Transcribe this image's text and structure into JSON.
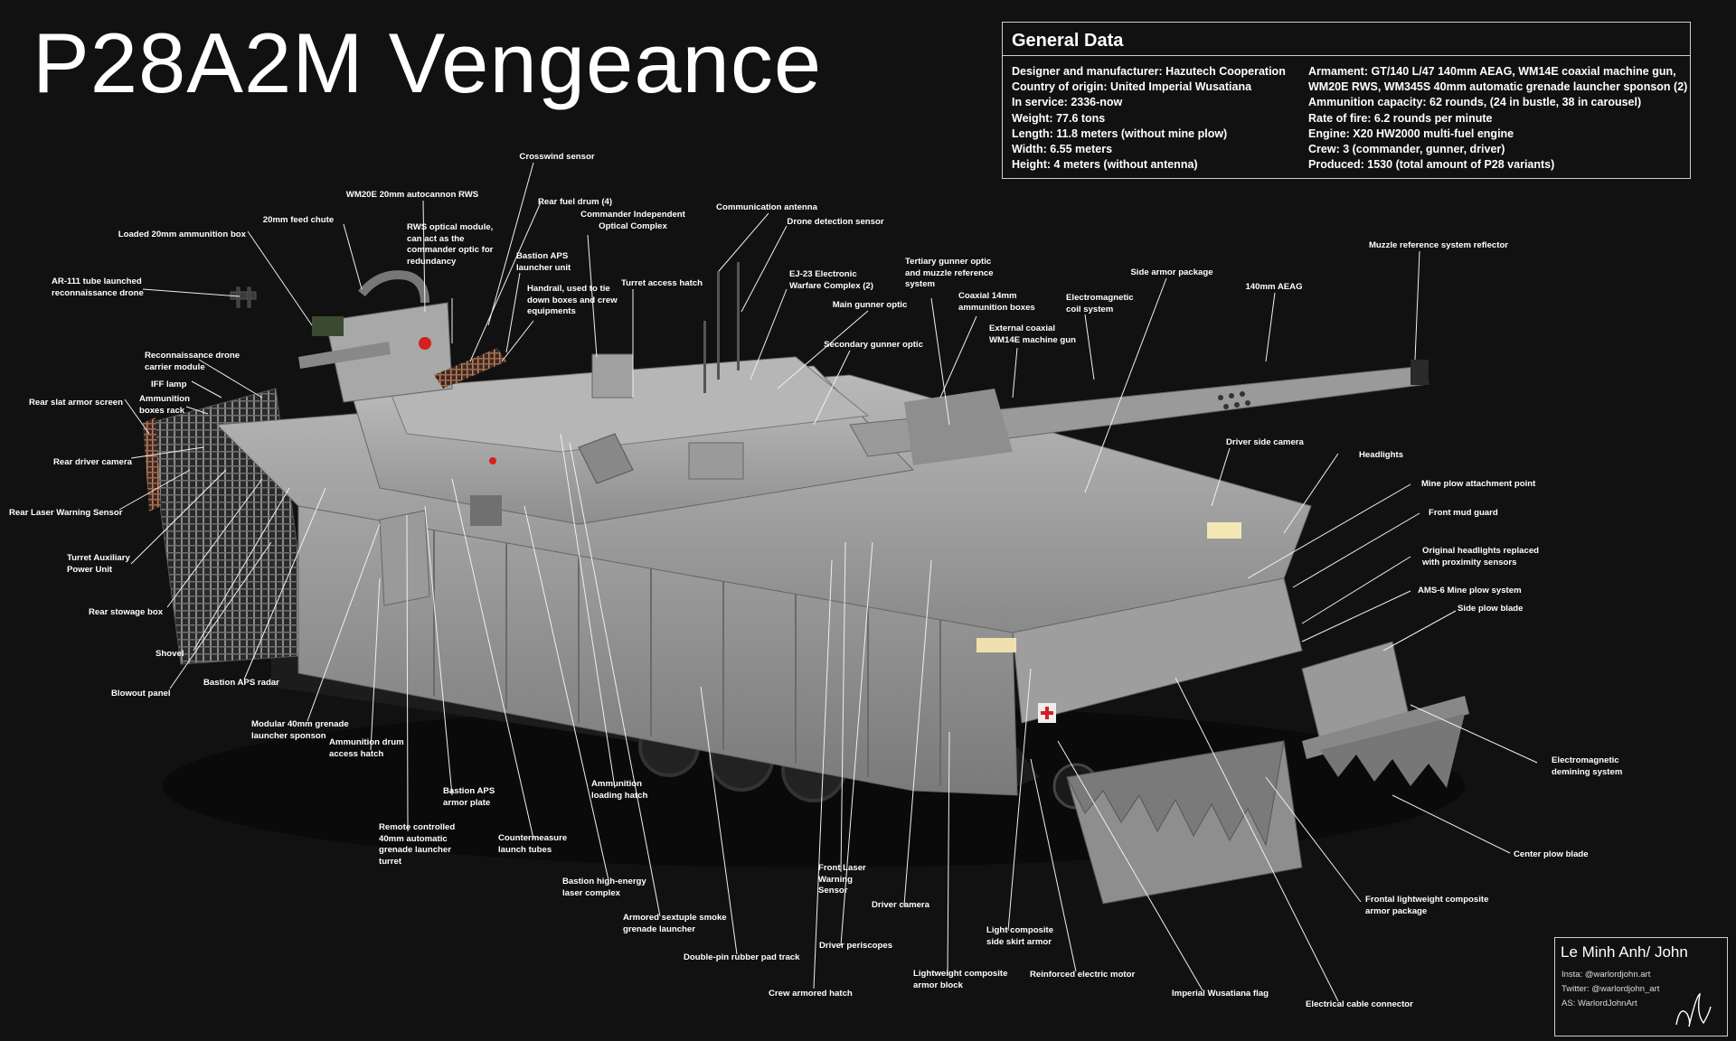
{
  "title": "P28A2M Vengeance",
  "general": {
    "header": "General Data",
    "left": [
      "Designer and manufacturer: Hazutech Cooperation",
      "Country of origin: United Imperial Wusatiana",
      "In service: 2336-now",
      "Weight: 77.6 tons",
      "Length: 11.8 meters (without mine plow)",
      "Width: 6.55 meters",
      "Height: 4 meters (without antenna)"
    ],
    "right": [
      "Armament: GT/140 L/47 140mm AEAG, WM14E coaxial machine gun,",
      "WM20E RWS, WM345S 40mm automatic grenade launcher sponson (2)",
      "Ammunition capacity: 62 rounds, (24 in bustle, 38 in carousel)",
      "Rate of fire: 6.2 rounds per minute",
      "Engine:  X20 HW2000 multi-fuel engine",
      "Crew: 3 (commander, gunner, driver)",
      "Produced: 1530 (total amount of P28 variants)"
    ]
  },
  "callouts": [
    {
      "text": "Crosswind sensor"
    },
    {
      "text": "WM20E 20mm autocannon RWS"
    },
    {
      "text": "20mm feed chute"
    },
    {
      "text": "Loaded 20mm ammunition box"
    },
    {
      "text": "RWS optical module,\ncan act as the\ncommander optic for\nredundancy"
    },
    {
      "text": "Rear fuel drum (4)"
    },
    {
      "text": "Commander Independent\nOptical Complex"
    },
    {
      "text": "Bastion APS\nlauncher unit"
    },
    {
      "text": "Handrail, used to tie\ndown boxes and crew\nequipments"
    },
    {
      "text": "Turret access hatch"
    },
    {
      "text": "Communication antenna"
    },
    {
      "text": "Drone detection sensor"
    },
    {
      "text": "EJ-23 Electronic\nWarfare Complex (2)"
    },
    {
      "text": "Main gunner optic"
    },
    {
      "text": "Secondary gunner optic"
    },
    {
      "text": "Tertiary gunner optic\nand muzzle reference\nsystem"
    },
    {
      "text": "Coaxial 14mm\nammunition boxes"
    },
    {
      "text": "External coaxial\nWM14E machine gun"
    },
    {
      "text": "Electromagnetic\ncoil system"
    },
    {
      "text": "Side armor package"
    },
    {
      "text": "140mm AEAG"
    },
    {
      "text": "Muzzle reference system reflector"
    },
    {
      "text": "AR-111 tube launched\nreconnaissance drone"
    },
    {
      "text": "Reconnaissance drone\ncarrier module"
    },
    {
      "text": "IFF lamp"
    },
    {
      "text": "Rear slat armor screen"
    },
    {
      "text": "Ammunition\nboxes rack"
    },
    {
      "text": "Rear driver camera"
    },
    {
      "text": "Rear Laser Warning Sensor"
    },
    {
      "text": "Turret Auxiliary\nPower Unit"
    },
    {
      "text": "Rear stowage box"
    },
    {
      "text": "Shovel"
    },
    {
      "text": "Blowout panel"
    },
    {
      "text": "Bastion APS radar"
    },
    {
      "text": "Modular 40mm grenade\nlauncher sponson"
    },
    {
      "text": "Ammunition drum\naccess hatch"
    },
    {
      "text": "Bastion APS\narmor plate"
    },
    {
      "text": "Remote controlled\n40mm automatic\ngrenade launcher\nturret"
    },
    {
      "text": "Countermeasure\nlaunch tubes"
    },
    {
      "text": "Ammunition\nloading hatch"
    },
    {
      "text": "Bastion high-energy\nlaser complex"
    },
    {
      "text": "Armored sextuple smoke\ngrenade launcher"
    },
    {
      "text": "Double-pin rubber pad track"
    },
    {
      "text": "Crew armored hatch"
    },
    {
      "text": "Front Laser\nWarning\nSensor"
    },
    {
      "text": "Driver periscopes"
    },
    {
      "text": "Driver camera"
    },
    {
      "text": "Lightweight composite\narmor block"
    },
    {
      "text": "Light composite\nside skirt armor"
    },
    {
      "text": "Reinforced electric motor"
    },
    {
      "text": "Imperial Wusatiana flag"
    },
    {
      "text": "Electrical cable connector"
    },
    {
      "text": "Driver side camera"
    },
    {
      "text": "Headlights"
    },
    {
      "text": "Mine plow attachment point"
    },
    {
      "text": "Front mud guard"
    },
    {
      "text": "Original headlights replaced\nwith proximity sensors"
    },
    {
      "text": "AMS-6 Mine plow system"
    },
    {
      "text": "Side plow blade"
    },
    {
      "text": "Electromagnetic\ndemining system"
    },
    {
      "text": "Center plow blade"
    },
    {
      "text": "Frontal lightweight composite\narmor package"
    }
  ],
  "signature": {
    "name": "Le Minh Anh/ John",
    "insta": "Insta: @warlordjohn.art",
    "twitter": "Twitter: @warlordjohn_art",
    "as": "AS: WarlordJohnArt"
  },
  "colors": {
    "background": "#111111",
    "text": "#ffffff",
    "vehicle": "#9a9a9a",
    "accent_red": "#d42020"
  }
}
